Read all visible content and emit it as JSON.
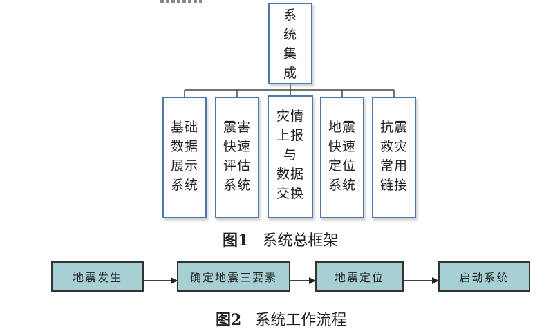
{
  "figure1": {
    "top_box": [
      "系",
      "统",
      "集",
      "成"
    ],
    "children": [
      [
        "基础",
        "数据",
        "展示",
        "系统"
      ],
      [
        "震害",
        "快速",
        "评估",
        "系统"
      ],
      [
        "灾情",
        "上报",
        "与",
        "数据",
        "交换"
      ],
      [
        "地震",
        "快速",
        "定位",
        "系统"
      ],
      [
        "抗震",
        "救灾",
        "常用",
        "链接"
      ]
    ],
    "caption_num": "图1",
    "caption_text": "系统总框架"
  },
  "figure2": {
    "steps": [
      "地震发生",
      "确定地震三要素",
      "地震定位",
      "启动系统"
    ],
    "caption_num": "图2",
    "caption_text": "系统工作流程"
  },
  "colors": {
    "box_border": "#4f78ad",
    "flow_fill": "#a6d0d4",
    "line": "#333333"
  }
}
